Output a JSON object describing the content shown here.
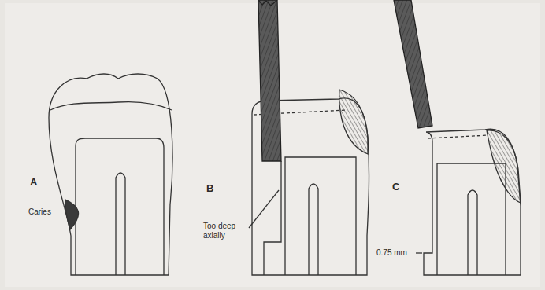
{
  "diagram": {
    "labels": [
      "A",
      "Caries",
      "B",
      "Too deep axially",
      "C",
      "0.75 mm"
    ]
  }
}
